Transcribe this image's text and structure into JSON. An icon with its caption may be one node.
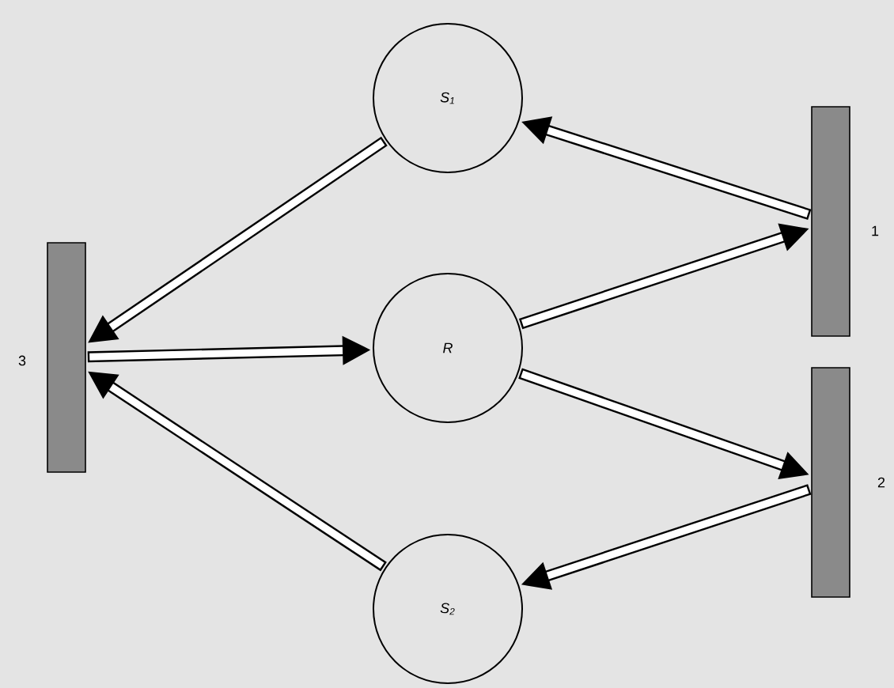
{
  "diagram": {
    "nodes": [
      {
        "text": [
          "S$_{1}$"
        ]
      },
      {
        "text": [
          "R"
        ]
      },
      {
        "text": [
          "S$_{2}$"
        ]
      },
      {
        "text": [],
        "shape": "bar",
        "beside": [
          "1"
        ]
      },
      {
        "text": [],
        "shape": "bar",
        "beside": [
          "2"
        ]
      },
      {
        "text": [],
        "shape": "bar",
        "beside": [
          "3"
        ]
      }
    ],
    "edges": [
      {
        "from": 3,
        "to": 0,
        "arrow": "to"
      },
      {
        "from": 0,
        "to": 5,
        "arrow": "to"
      },
      {
        "from": 5,
        "to": 1,
        "arrow": "to"
      },
      {
        "from": 1,
        "to": 3,
        "arrow": "to"
      },
      {
        "from": 1,
        "to": 4,
        "arrow": "to"
      },
      {
        "from": 4,
        "to": 2,
        "arrow": "to"
      },
      {
        "from": 2,
        "to": 5,
        "arrow": "to"
      }
    ]
  }
}
